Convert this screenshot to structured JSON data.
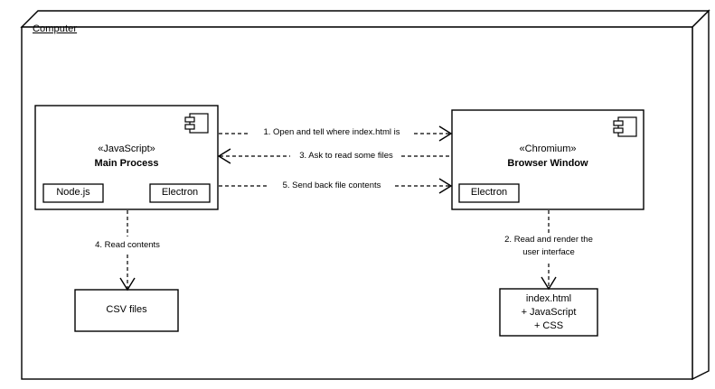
{
  "diagram": {
    "type": "uml-deployment-diagram",
    "colors": {
      "stroke": "#000000",
      "fill": "#ffffff",
      "text": "#000000"
    },
    "package": {
      "name": "Computer",
      "icon": "package-3d-box-icon"
    },
    "nodes": [
      {
        "id": "main-process",
        "stereotype": "«JavaScript»",
        "title": "Main Process",
        "icon": "component-icon",
        "artifacts": [
          {
            "id": "node-js",
            "label": "Node.js"
          },
          {
            "id": "electron-main",
            "label": "Electron"
          }
        ]
      },
      {
        "id": "browser-window",
        "stereotype": "«Chromium»",
        "title": "Browser Window",
        "icon": "component-icon",
        "artifacts": [
          {
            "id": "electron-renderer",
            "label": "Electron"
          }
        ]
      }
    ],
    "artifact_boxes": [
      {
        "id": "csv-files",
        "lines": [
          "CSV files"
        ]
      },
      {
        "id": "index-html",
        "lines": [
          "index.html",
          "+ JavaScript",
          "+ CSS"
        ]
      }
    ],
    "edges": [
      {
        "id": "edge-1",
        "label": "1. Open and tell where index.html is",
        "from": "main-process",
        "to": "browser-window",
        "direction": "right",
        "style": "dashed"
      },
      {
        "id": "edge-3",
        "label": "3. Ask to read some files",
        "from": "browser-window",
        "to": "main-process",
        "direction": "left",
        "style": "dashed"
      },
      {
        "id": "edge-5",
        "label": "5. Send back file contents",
        "from": "main-process",
        "to": "browser-window",
        "direction": "right",
        "style": "dashed"
      },
      {
        "id": "edge-4",
        "label": "4. Read contents",
        "from": "main-process",
        "to": "csv-files",
        "direction": "down",
        "style": "dashed"
      },
      {
        "id": "edge-2",
        "label_line_1": "2. Read and render the",
        "label_line_2": "user interface",
        "from": "browser-window",
        "to": "index-html",
        "direction": "down",
        "style": "dashed"
      }
    ]
  }
}
